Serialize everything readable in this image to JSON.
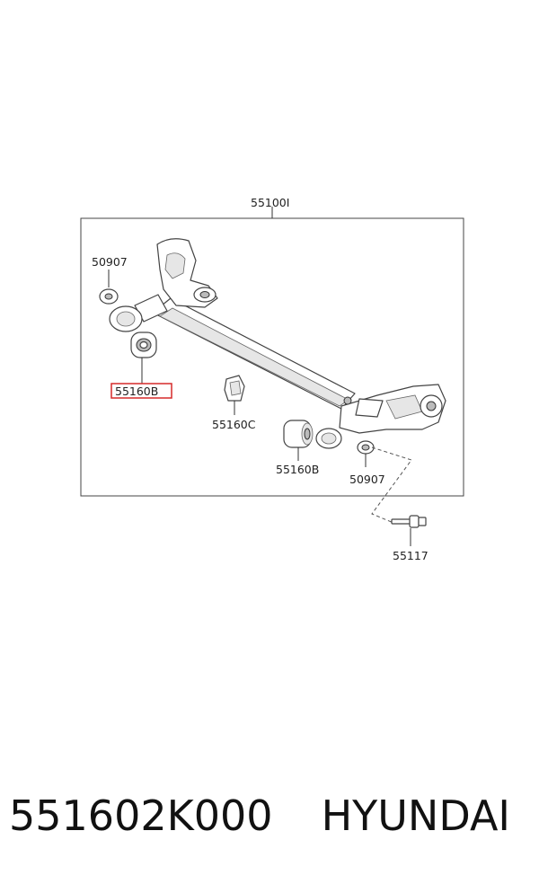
{
  "labels": {
    "assembly": "55100I",
    "nut_top_left": "50907",
    "bushing_highlighted": "55160B",
    "bracket": "55160C",
    "bushing_right": "55160B",
    "nut_right": "50907",
    "bolt": "55117"
  },
  "footer": {
    "part_number": "551602K000",
    "brand": "HYUNDAI"
  },
  "colors": {
    "highlight": "#d62a2a",
    "line": "#333333"
  }
}
